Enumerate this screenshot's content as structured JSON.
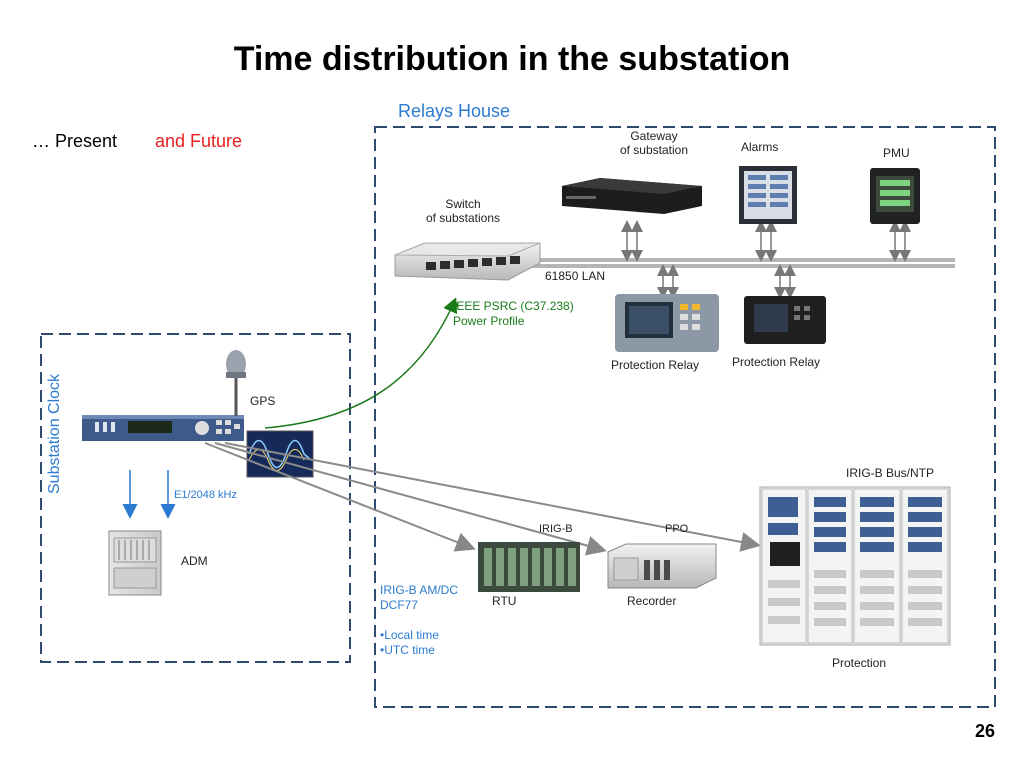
{
  "slide": {
    "title": "Time distribution in the substation",
    "present": "… Present",
    "and_future": "and  Future",
    "page_number": "26"
  },
  "relays_house": {
    "label": "Relays House",
    "gateway": [
      "Gateway",
      "of substation"
    ],
    "alarms": "Alarms",
    "pmu": "PMU",
    "switch": [
      "Switch",
      "of substations"
    ],
    "lan": "61850 LAN",
    "ieee": [
      "IEEE PSRC (C37.238)",
      "Power Profile"
    ],
    "relay1": "Protection Relay",
    "relay2": "Protection Relay",
    "irig_bus": "IRIG-B Bus/NTP",
    "irig_b": "IRIG-B",
    "ppo": "PPO",
    "rtu": "RTU",
    "recorder": "Recorder",
    "protection": "Protection",
    "irig_am": "IRIG-B AM/DC",
    "dcf77": "DCF77",
    "local_time": "•Local time",
    "utc_time": "•UTC time"
  },
  "substation_clock": {
    "label": "Substation Clock",
    "gps": "GPS",
    "e1": "E1/2048 kHz",
    "adm": "ADM"
  },
  "colors": {
    "dash": "#2e4a6e",
    "accent_blue": "#2b7bd0",
    "green": "#1a7a1a",
    "red": "#e8211d"
  }
}
